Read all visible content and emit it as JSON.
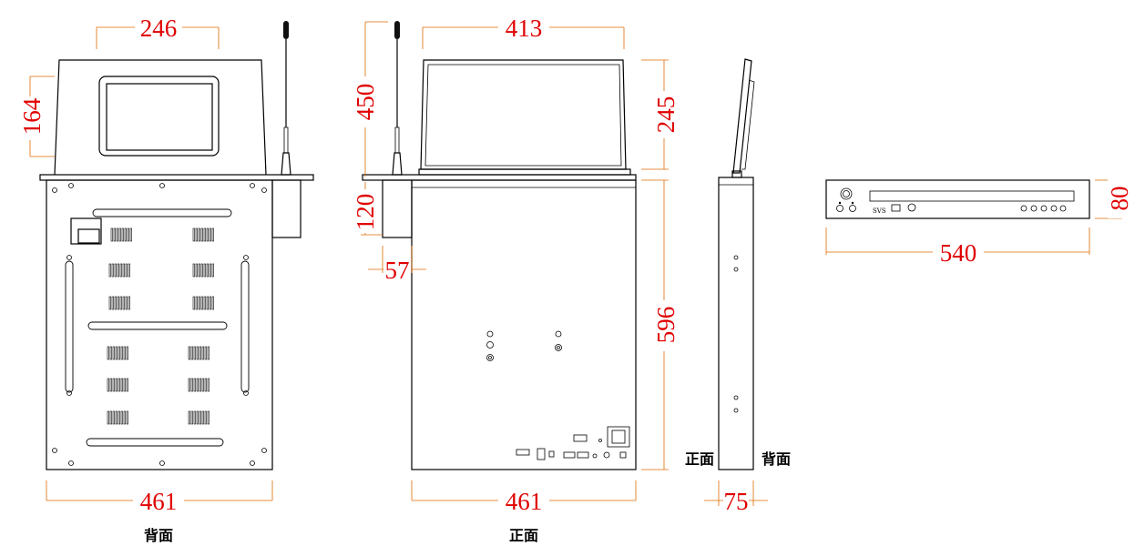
{
  "dimensions": {
    "back_top_width": "246",
    "back_screen_height": "164",
    "back_width": "461",
    "front_mic_height": "450",
    "front_screen_width": "413",
    "front_screen_height": "245",
    "front_base_height": "120",
    "front_side_depth": "57",
    "front_body_height": "596",
    "front_width": "461",
    "side_depth": "75",
    "panel_height": "80",
    "panel_width": "540"
  },
  "labels": {
    "back": "背面",
    "front": "正面",
    "side_front": "正面",
    "side_back": "背面",
    "panel_brand": "SVS"
  },
  "colors": {
    "dimension_line": "#e06a00",
    "dimension_text": "#e00000",
    "outline": "#000000"
  }
}
